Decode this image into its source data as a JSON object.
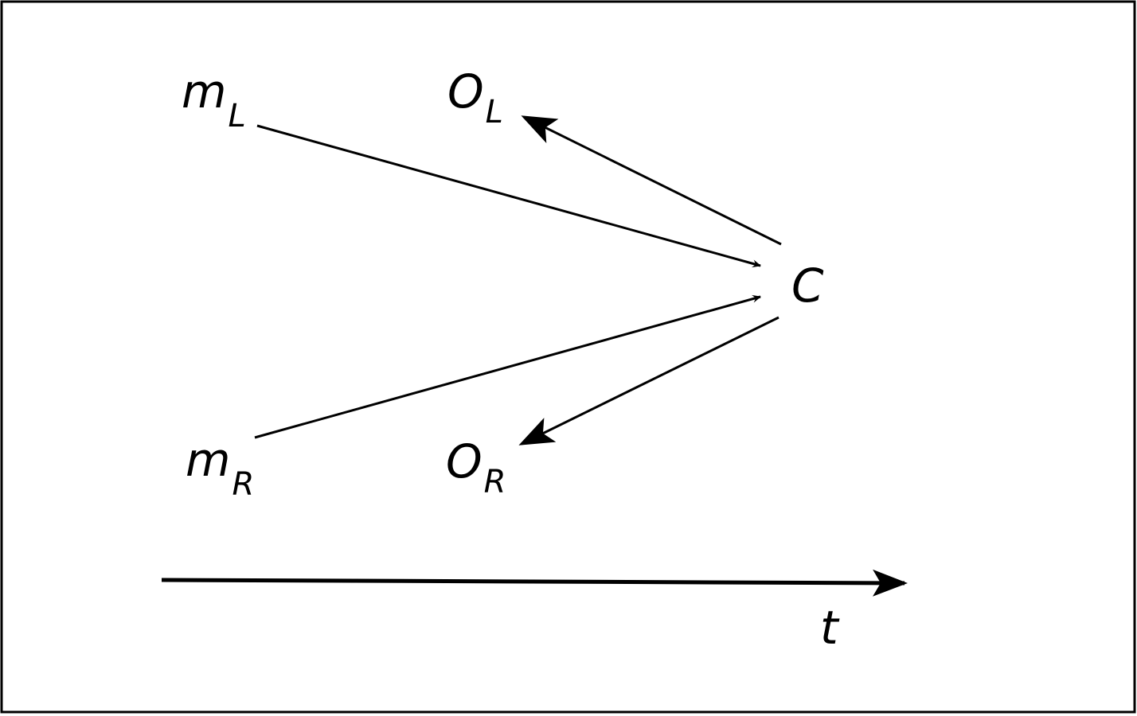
{
  "diagram": {
    "nodes": {
      "m_L": {
        "base": "m",
        "sub": "L"
      },
      "O_L": {
        "base": "O",
        "sub": "L"
      },
      "C": {
        "base": "C"
      },
      "m_R": {
        "base": "m",
        "sub": "R"
      },
      "O_R": {
        "base": "O",
        "sub": "R"
      }
    },
    "time_axis": {
      "label": "t"
    },
    "edges": [
      {
        "from": "m_L",
        "to": "C"
      },
      {
        "from": "m_R",
        "to": "C"
      },
      {
        "from": "C",
        "to": "O_L"
      },
      {
        "from": "C",
        "to": "O_R"
      }
    ],
    "colors": {
      "stroke": "#000000",
      "background": "#ffffff"
    }
  }
}
